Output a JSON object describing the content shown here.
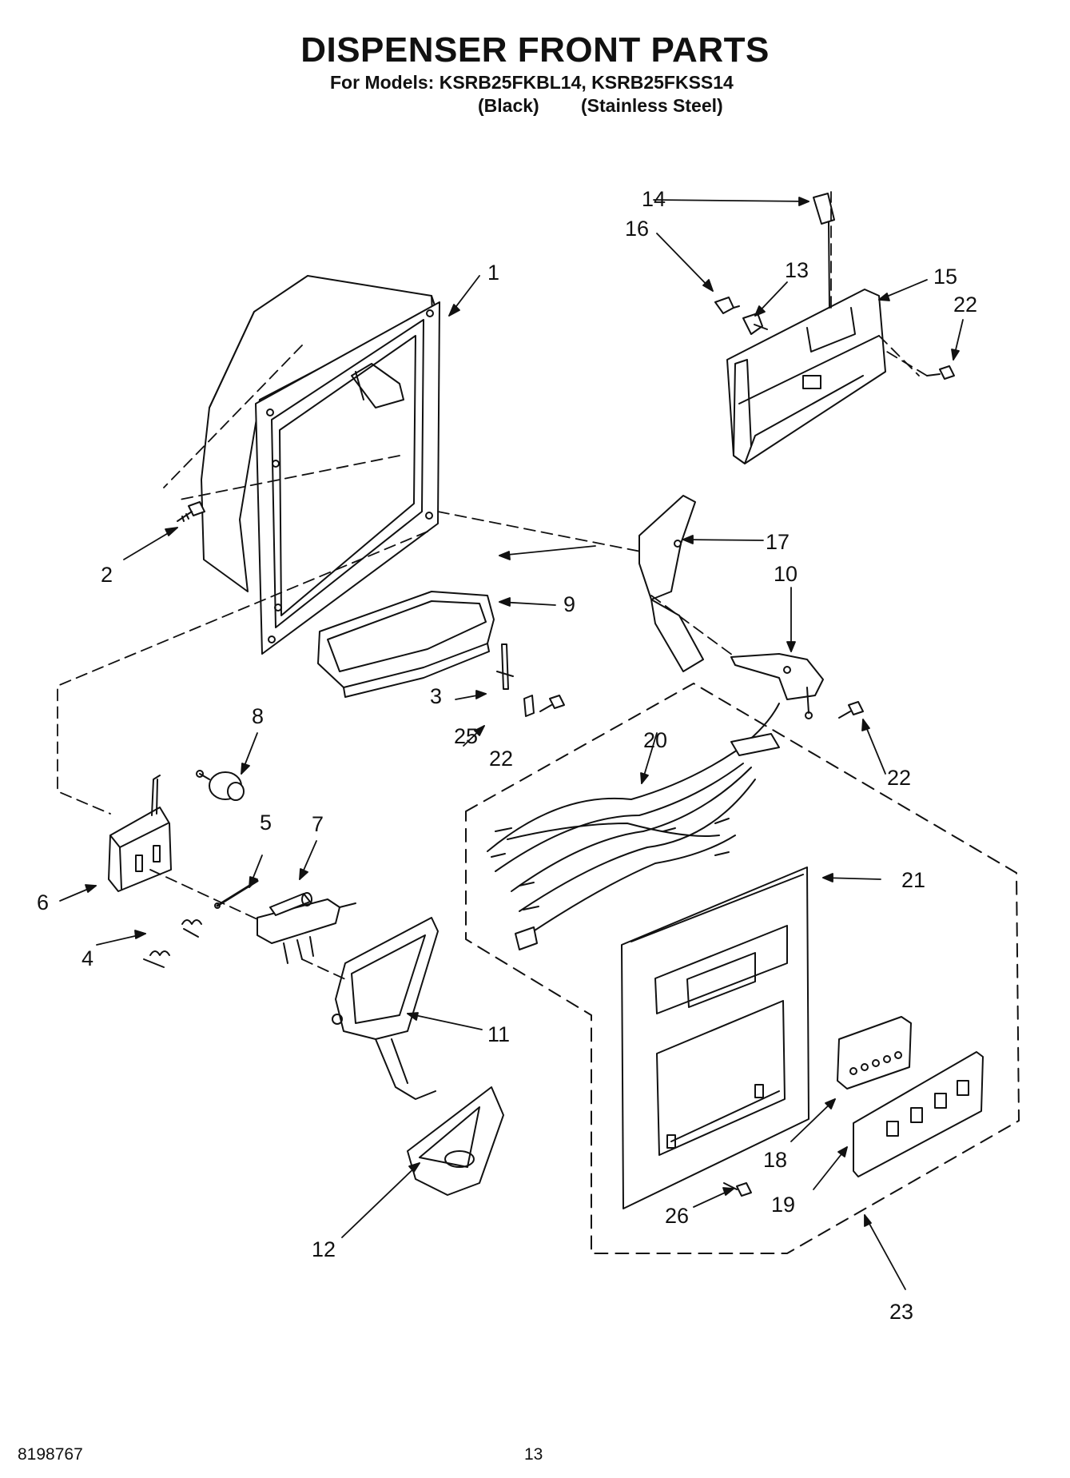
{
  "header": {
    "title": "DISPENSER FRONT PARTS",
    "models": "For Models: KSRB25FKBL14, KSRB25FKSS14",
    "variant_black": "(Black)",
    "variant_stainless": "(Stainless Steel)"
  },
  "callouts": [
    "1",
    "2",
    "3",
    "4",
    "5",
    "6",
    "7",
    "8",
    "9",
    "10",
    "11",
    "12",
    "13",
    "14",
    "15",
    "16",
    "17",
    "18",
    "19",
    "20",
    "21",
    "22",
    "22",
    "22",
    "23",
    "25",
    "26"
  ],
  "footer": {
    "doc_number": "8198767",
    "page_number": "13"
  }
}
